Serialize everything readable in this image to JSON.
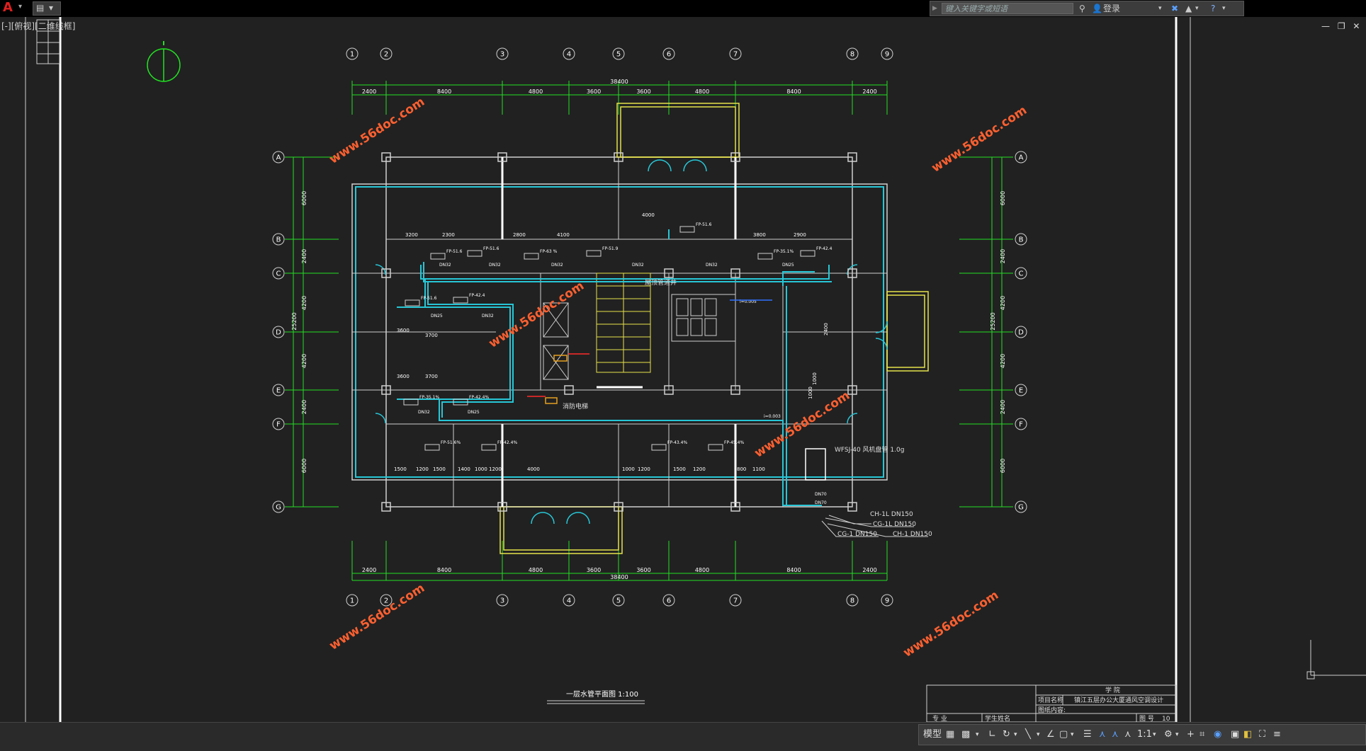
{
  "app": {
    "logo": "A",
    "qat_icon": "save-icon"
  },
  "infocenter": {
    "search_placeholder": "键入关键字或短语",
    "login_label": "登录"
  },
  "viewport": {
    "label": "[-][俯视][二维线框]"
  },
  "window_controls": {
    "minimize": "—",
    "restore": "❐",
    "close": "✕"
  },
  "drawing": {
    "grid_numbers": [
      "1",
      "2",
      "3",
      "4",
      "5",
      "6",
      "7",
      "8",
      "9"
    ],
    "grid_letters": [
      "A",
      "B",
      "C",
      "D",
      "E",
      "F",
      "G"
    ],
    "top_total_dim": "38400",
    "bottom_total_dim": "38400",
    "top_dims": [
      "2400",
      "8400",
      "4800",
      "3600",
      "3600",
      "4800",
      "8400",
      "2400"
    ],
    "left_dims": [
      "6000",
      "2400",
      "4200",
      "25200",
      "4200",
      "2400",
      "6000"
    ],
    "right_dims": [
      "6000",
      "2400",
      "4200",
      "25200",
      "4200",
      "2400",
      "6000"
    ],
    "watermark": "www.56doc.com",
    "sheet_title": "一层水管平面图 1:100",
    "pipe_labels": [
      "CH-1L DN150",
      "CG-1L DN150",
      "CG-1  DN150",
      "CH-1  DN150"
    ],
    "room_label_stair": "屋顶管道井",
    "room_label_shaft": "消防电梯",
    "fan_coil_labels": [
      "FP-51.6",
      "FP-51.6",
      "FP-63 %",
      "FP-51.9",
      "FP-51.6",
      "FP-35.1%",
      "FP-42.4",
      "FP-51.6",
      "FP-42.4",
      "FP-35.1%",
      "FP-42.4%",
      "FP-51.6%",
      "FP-42.4%",
      "FP-43.4%",
      "FP-45.4%"
    ],
    "inner_dims": [
      "3200",
      "2300",
      "2800",
      "4100",
      "4000",
      "3800",
      "2900",
      "3600",
      "3700",
      "3600",
      "3700",
      "1500",
      "1200",
      "1500",
      "1400",
      "1000",
      "1200",
      "4000",
      "1000",
      "1200",
      "1500",
      "1200",
      "800",
      "1100"
    ],
    "unit_label": "WFSJ-40 风机盘管 1.0g",
    "pipe_small_labels": [
      "DN32",
      "DN32",
      "DN32",
      "DN32",
      "DN32",
      "DN25",
      "DN25",
      "DN32",
      "DN32",
      "DN25",
      "DN70",
      "DN70",
      "i=0.005",
      "i=0.003"
    ],
    "elevations": [
      "1000",
      "1000",
      "2400"
    ]
  },
  "title_block": {
    "school": "学    院",
    "project_name_label": "项目名称",
    "project_name": "镇江五层办公大厦通风空调设计",
    "drawing_content_label": "图纸内容:",
    "major_label": "专  业",
    "student_label": "学生姓名",
    "drawing_no_label": "图  号",
    "drawing_no": "10"
  },
  "statusbar": {
    "model_label": "模型",
    "scale": "1:1"
  },
  "colors": {
    "grid_green": "#22e022",
    "cyan": "#27c6d6",
    "yellow": "#e6e24a",
    "white": "#ffffff",
    "red": "#ff2a2a",
    "watermark": "#ff6030"
  }
}
